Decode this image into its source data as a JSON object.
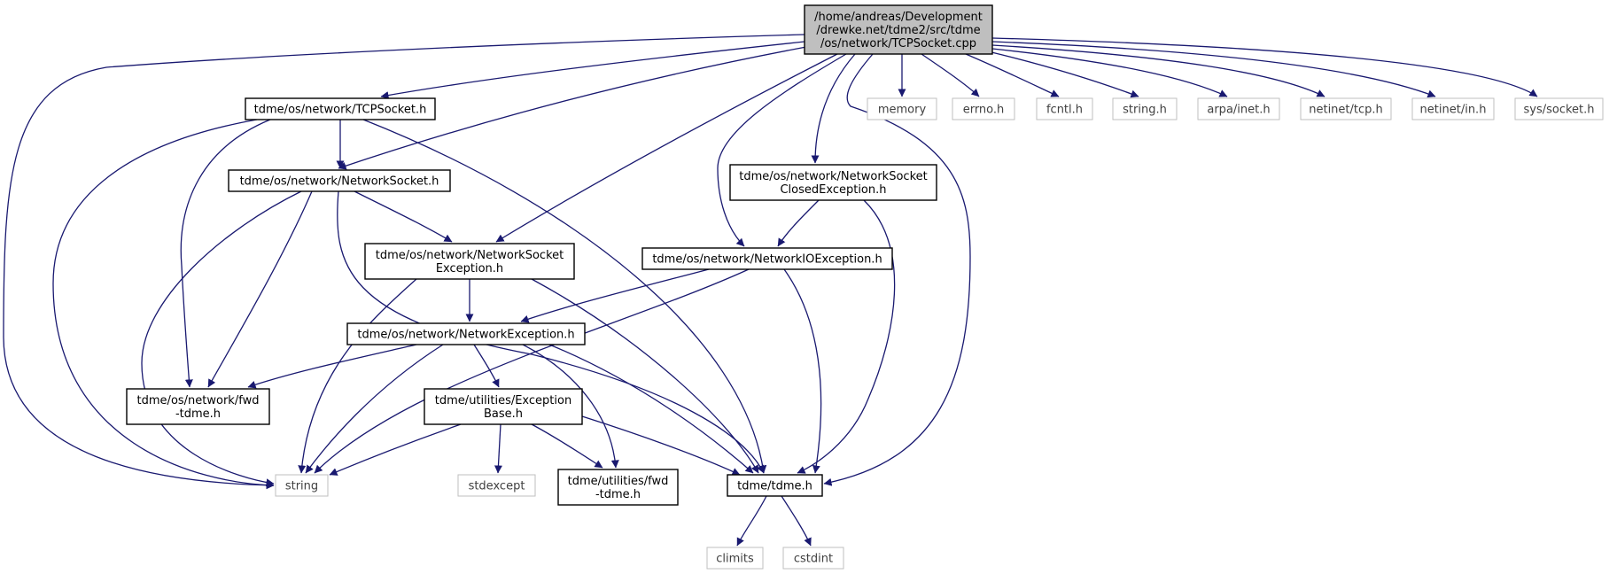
{
  "graph": {
    "colors": {
      "edge": "#191970",
      "node_border": "#000000",
      "external_border": "#bfbfbf",
      "root_fill": "#bfbfbf",
      "text": "#000000",
      "external_text": "#404040"
    },
    "nodes": [
      {
        "id": "root",
        "lines": [
          "/home/andreas/Development",
          "/drewke.net/tdme2/src/tdme",
          "/os/network/TCPSocket.cpp"
        ],
        "kind": "root"
      },
      {
        "id": "tcpsocket_h",
        "lines": [
          "tdme/os/network/TCPSocket.h"
        ],
        "kind": "internal"
      },
      {
        "id": "memory",
        "lines": [
          "memory"
        ],
        "kind": "external"
      },
      {
        "id": "errno_h",
        "lines": [
          "errno.h"
        ],
        "kind": "external"
      },
      {
        "id": "fcntl_h",
        "lines": [
          "fcntl.h"
        ],
        "kind": "external"
      },
      {
        "id": "string_h",
        "lines": [
          "string.h"
        ],
        "kind": "external"
      },
      {
        "id": "arpa_inet_h",
        "lines": [
          "arpa/inet.h"
        ],
        "kind": "external"
      },
      {
        "id": "netinet_tcp_h",
        "lines": [
          "netinet/tcp.h"
        ],
        "kind": "external"
      },
      {
        "id": "netinet_in_h",
        "lines": [
          "netinet/in.h"
        ],
        "kind": "external"
      },
      {
        "id": "sys_socket_h",
        "lines": [
          "sys/socket.h"
        ],
        "kind": "external"
      },
      {
        "id": "networksocket_h",
        "lines": [
          "tdme/os/network/NetworkSocket.h"
        ],
        "kind": "internal"
      },
      {
        "id": "nsclosed_h",
        "lines": [
          "tdme/os/network/NetworkSocket",
          "ClosedException.h"
        ],
        "kind": "internal"
      },
      {
        "id": "nsexception_h",
        "lines": [
          "tdme/os/network/NetworkSocket",
          "Exception.h"
        ],
        "kind": "internal"
      },
      {
        "id": "nioexception_h",
        "lines": [
          "tdme/os/network/NetworkIOException.h"
        ],
        "kind": "internal"
      },
      {
        "id": "nexception_h",
        "lines": [
          "tdme/os/network/NetworkException.h"
        ],
        "kind": "internal"
      },
      {
        "id": "netfwd_h",
        "lines": [
          "tdme/os/network/fwd",
          "-tdme.h"
        ],
        "kind": "internal"
      },
      {
        "id": "exceptionbase_h",
        "lines": [
          "tdme/utilities/Exception",
          "Base.h"
        ],
        "kind": "internal"
      },
      {
        "id": "string",
        "lines": [
          "string"
        ],
        "kind": "external"
      },
      {
        "id": "stdexcept",
        "lines": [
          "stdexcept"
        ],
        "kind": "external"
      },
      {
        "id": "utilfwd_h",
        "lines": [
          "tdme/utilities/fwd",
          "-tdme.h"
        ],
        "kind": "internal"
      },
      {
        "id": "tdme_h",
        "lines": [
          "tdme/tdme.h"
        ],
        "kind": "internal"
      },
      {
        "id": "climits",
        "lines": [
          "climits"
        ],
        "kind": "external"
      },
      {
        "id": "cstdint",
        "lines": [
          "cstdint"
        ],
        "kind": "external"
      }
    ],
    "edges": [
      [
        "root",
        "string"
      ],
      [
        "root",
        "tcpsocket_h"
      ],
      [
        "root",
        "networksocket_h"
      ],
      [
        "root",
        "nsexception_h"
      ],
      [
        "root",
        "nioexception_h"
      ],
      [
        "root",
        "nsclosed_h"
      ],
      [
        "root",
        "tdme_h"
      ],
      [
        "root",
        "memory"
      ],
      [
        "root",
        "errno_h"
      ],
      [
        "root",
        "fcntl_h"
      ],
      [
        "root",
        "string_h"
      ],
      [
        "root",
        "arpa_inet_h"
      ],
      [
        "root",
        "netinet_tcp_h"
      ],
      [
        "root",
        "netinet_in_h"
      ],
      [
        "root",
        "sys_socket_h"
      ],
      [
        "tcpsocket_h",
        "networksocket_h"
      ],
      [
        "tcpsocket_h",
        "string"
      ],
      [
        "tcpsocket_h",
        "netfwd_h"
      ],
      [
        "tcpsocket_h",
        "tdme_h"
      ],
      [
        "networksocket_h",
        "nsexception_h"
      ],
      [
        "networksocket_h",
        "string"
      ],
      [
        "networksocket_h",
        "netfwd_h"
      ],
      [
        "networksocket_h",
        "tdme_h"
      ],
      [
        "nsclosed_h",
        "nioexception_h"
      ],
      [
        "nsclosed_h",
        "tdme_h"
      ],
      [
        "nsexception_h",
        "nexception_h"
      ],
      [
        "nsexception_h",
        "string"
      ],
      [
        "nsexception_h",
        "tdme_h"
      ],
      [
        "nioexception_h",
        "nexception_h"
      ],
      [
        "nioexception_h",
        "string"
      ],
      [
        "nioexception_h",
        "tdme_h"
      ],
      [
        "nexception_h",
        "netfwd_h"
      ],
      [
        "nexception_h",
        "exceptionbase_h"
      ],
      [
        "nexception_h",
        "string"
      ],
      [
        "nexception_h",
        "utilfwd_h"
      ],
      [
        "nexception_h",
        "tdme_h"
      ],
      [
        "exceptionbase_h",
        "string"
      ],
      [
        "exceptionbase_h",
        "stdexcept"
      ],
      [
        "exceptionbase_h",
        "utilfwd_h"
      ],
      [
        "exceptionbase_h",
        "tdme_h"
      ],
      [
        "tdme_h",
        "climits"
      ],
      [
        "tdme_h",
        "cstdint"
      ]
    ]
  }
}
